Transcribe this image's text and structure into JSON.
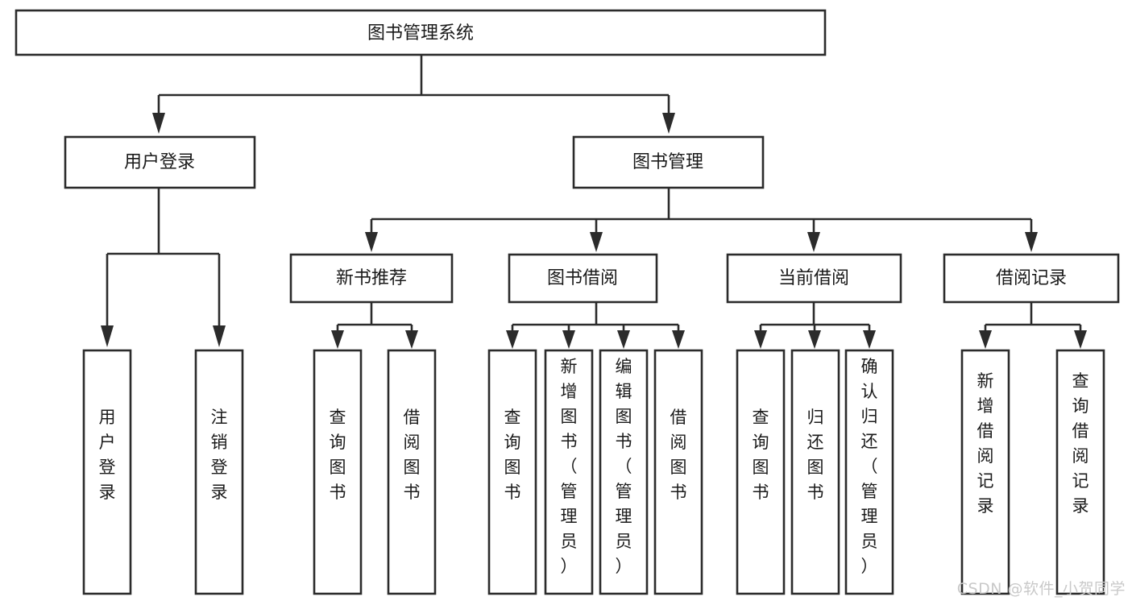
{
  "diagram": {
    "type": "tree",
    "title": "图书管理系统",
    "watermark": "CSDN @软件_小贺同学",
    "colors": {
      "box_stroke": "#2b2b2b",
      "box_fill": "#ffffff",
      "text": "#1a1a1a",
      "watermark": "#c9c9c9",
      "background": "#ffffff"
    },
    "root": {
      "label": "图书管理系统"
    },
    "level2": [
      {
        "label": "用户登录"
      },
      {
        "label": "图书管理"
      }
    ],
    "level3": [
      {
        "label": "新书推荐"
      },
      {
        "label": "图书借阅"
      },
      {
        "label": "当前借阅"
      },
      {
        "label": "借阅记录"
      }
    ],
    "leaves": {
      "user_login": [
        {
          "label": "用户登录"
        },
        {
          "label": "注销登录"
        }
      ],
      "new_book_recommend": [
        {
          "label": "查询图书"
        },
        {
          "label": "借阅图书"
        }
      ],
      "book_borrow": [
        {
          "label": "查询图书"
        },
        {
          "label": "新增图书（管理员）"
        },
        {
          "label": "编辑图书（管理员）"
        },
        {
          "label": "借阅图书"
        }
      ],
      "current_borrow": [
        {
          "label": "查询图书"
        },
        {
          "label": "归还图书"
        },
        {
          "label": "确认归还（管理员）"
        }
      ],
      "borrow_record": [
        {
          "label": "新增借阅记录"
        },
        {
          "label": "查询借阅记录"
        }
      ]
    }
  }
}
